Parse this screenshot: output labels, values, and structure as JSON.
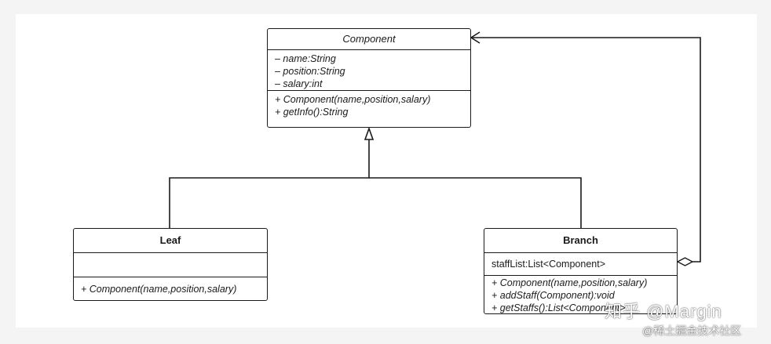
{
  "component": {
    "name": "Component",
    "attributes": [
      "– name:String",
      "– position:String",
      "– salary:int"
    ],
    "methods": [
      "+ Component(name,position,salary)",
      "+ getInfo():String"
    ]
  },
  "leaf": {
    "name": "Leaf",
    "methods": [
      "+ Component(name,position,salary)"
    ]
  },
  "branch": {
    "name": "Branch",
    "attributes": [
      "staffList:List<Component>"
    ],
    "methods": [
      "+ Component(name,position,salary)",
      "+ addStaff(Component):void",
      "+ getStaffs():List<Component>"
    ]
  },
  "watermark": {
    "main": "知乎 @Margin",
    "sub": "@稀土掘金技术社区"
  },
  "colors": {
    "line": "#1a1a1a",
    "background": "#ffffff",
    "page": "#f4f4f4"
  }
}
